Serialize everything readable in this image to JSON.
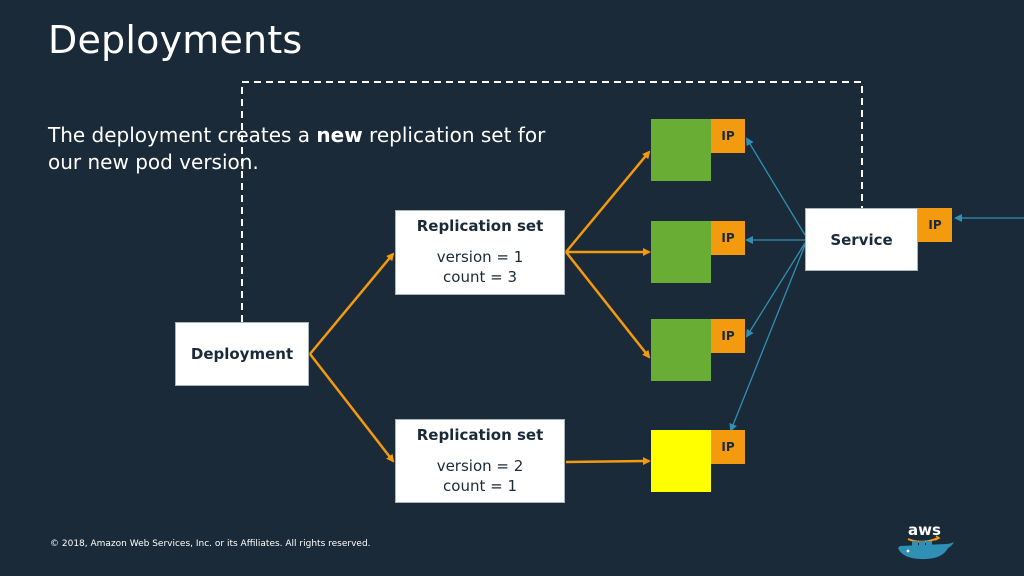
{
  "slide": {
    "title": "Deployments",
    "subtitle_before": "The deployment creates a ",
    "subtitle_bold": "new",
    "subtitle_after": " replication set for our new pod version."
  },
  "deployment": {
    "label": "Deployment"
  },
  "replication_sets": [
    {
      "header": "Replication set",
      "version": "version = 1",
      "count": "count = 3"
    },
    {
      "header": "Replication set",
      "version": "version = 2",
      "count": "count = 1"
    }
  ],
  "pods": [
    {
      "color": "green",
      "ip_label": "IP"
    },
    {
      "color": "green",
      "ip_label": "IP"
    },
    {
      "color": "green",
      "ip_label": "IP"
    },
    {
      "color": "yellow",
      "ip_label": "IP"
    }
  ],
  "service": {
    "label": "Service",
    "ip_label": "IP"
  },
  "colors": {
    "background": "#1b2a38",
    "arrow_orange": "#f39a0f",
    "arrow_blue": "#2f8fb5",
    "pod_green": "#6aad35",
    "pod_new": "#ffff00",
    "ip_badge": "#f39a0f"
  },
  "footer": {
    "copyright": "© 2018, Amazon Web Services, Inc. or its Affiliates. All rights reserved."
  },
  "logo": {
    "text": "aws"
  }
}
